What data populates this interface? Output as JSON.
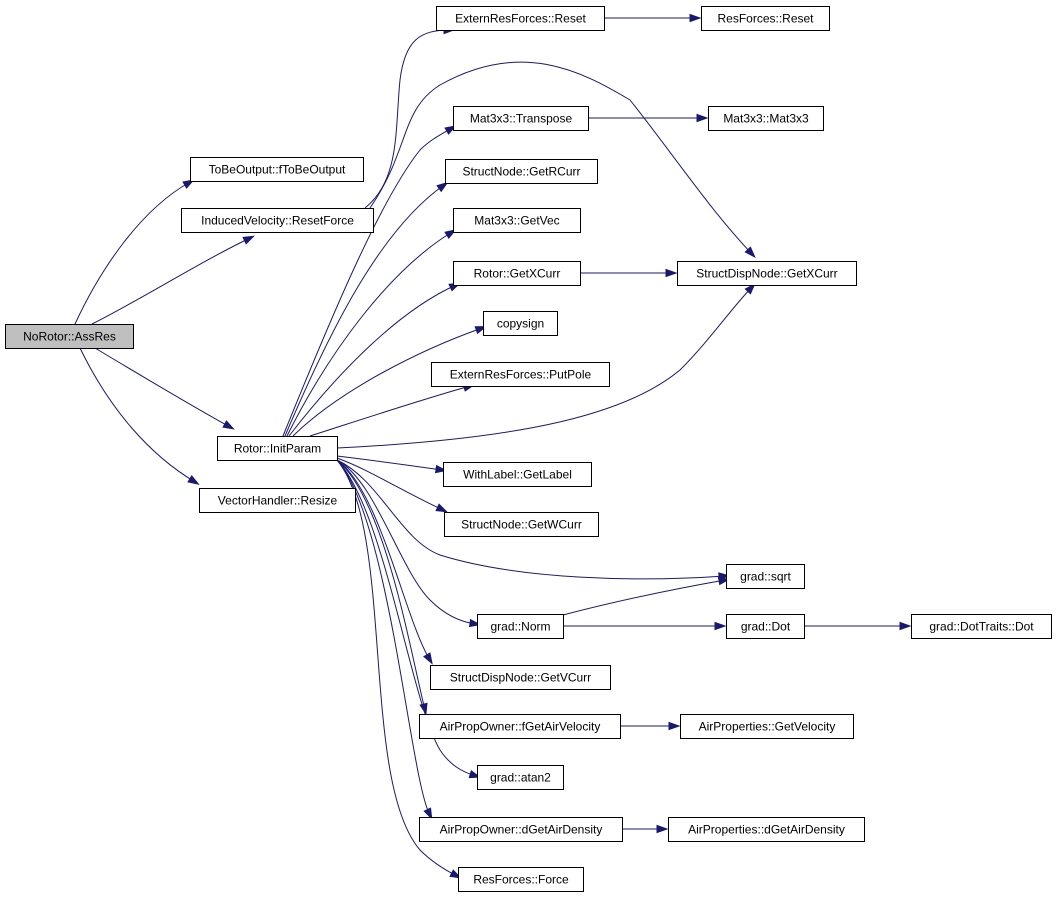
{
  "graph": {
    "root": "n_assres",
    "nodes": [
      {
        "id": "n_assres",
        "label": "NoRotor::AssRes",
        "root": true
      },
      {
        "id": "n_tobeout",
        "label": "ToBeOutput::fToBeOutput"
      },
      {
        "id": "n_indvel",
        "label": "InducedVelocity::ResetForce"
      },
      {
        "id": "n_initparam",
        "label": "Rotor::InitParam"
      },
      {
        "id": "n_resize",
        "label": "VectorHandler::Resize"
      },
      {
        "id": "n_extreset",
        "label": "ExternResForces::Reset"
      },
      {
        "id": "n_resreset",
        "label": "ResForces::Reset"
      },
      {
        "id": "n_transpose",
        "label": "Mat3x3::Transpose"
      },
      {
        "id": "n_mat3x3",
        "label": "Mat3x3::Mat3x3"
      },
      {
        "id": "n_getrcurr",
        "label": "StructNode::GetRCurr"
      },
      {
        "id": "n_getvec",
        "label": "Mat3x3::GetVec"
      },
      {
        "id": "n_rotorxcurr",
        "label": "Rotor::GetXCurr"
      },
      {
        "id": "n_sdnxcurr",
        "label": "StructDispNode::GetXCurr"
      },
      {
        "id": "n_copysign",
        "label": "copysign"
      },
      {
        "id": "n_putpole",
        "label": "ExternResForces::PutPole"
      },
      {
        "id": "n_getlabel",
        "label": "WithLabel::GetLabel"
      },
      {
        "id": "n_getwcurr",
        "label": "StructNode::GetWCurr"
      },
      {
        "id": "n_sqrt",
        "label": "grad::sqrt"
      },
      {
        "id": "n_norm",
        "label": "grad::Norm"
      },
      {
        "id": "n_dot",
        "label": "grad::Dot"
      },
      {
        "id": "n_dottraits",
        "label": "grad::DotTraits::Dot"
      },
      {
        "id": "n_getvcurr",
        "label": "StructDispNode::GetVCurr"
      },
      {
        "id": "n_fgetairvel",
        "label": "AirPropOwner::fGetAirVelocity"
      },
      {
        "id": "n_getvelocity",
        "label": "AirProperties::GetVelocity"
      },
      {
        "id": "n_atan2",
        "label": "grad::atan2"
      },
      {
        "id": "n_dgetairdens",
        "label": "AirPropOwner::dGetAirDensity"
      },
      {
        "id": "n_apdgetairdens",
        "label": "AirProperties::dGetAirDensity"
      },
      {
        "id": "n_force",
        "label": "ResForces::Force"
      }
    ],
    "edges": [
      [
        "n_assres",
        "n_tobeout"
      ],
      [
        "n_assres",
        "n_indvel"
      ],
      [
        "n_assres",
        "n_initparam"
      ],
      [
        "n_assres",
        "n_resize"
      ],
      [
        "n_indvel",
        "n_extreset"
      ],
      [
        "n_indvel",
        "n_sdnxcurr"
      ],
      [
        "n_extreset",
        "n_resreset"
      ],
      [
        "n_transpose",
        "n_mat3x3"
      ],
      [
        "n_rotorxcurr",
        "n_sdnxcurr"
      ],
      [
        "n_initparam",
        "n_transpose"
      ],
      [
        "n_initparam",
        "n_getrcurr"
      ],
      [
        "n_initparam",
        "n_getvec"
      ],
      [
        "n_initparam",
        "n_rotorxcurr"
      ],
      [
        "n_initparam",
        "n_copysign"
      ],
      [
        "n_initparam",
        "n_putpole"
      ],
      [
        "n_initparam",
        "n_sdnxcurr"
      ],
      [
        "n_initparam",
        "n_getlabel"
      ],
      [
        "n_initparam",
        "n_getwcurr"
      ],
      [
        "n_initparam",
        "n_sqrt"
      ],
      [
        "n_initparam",
        "n_norm"
      ],
      [
        "n_initparam",
        "n_getvcurr"
      ],
      [
        "n_initparam",
        "n_fgetairvel"
      ],
      [
        "n_initparam",
        "n_atan2"
      ],
      [
        "n_initparam",
        "n_dgetairdens"
      ],
      [
        "n_initparam",
        "n_force"
      ],
      [
        "n_norm",
        "n_sqrt"
      ],
      [
        "n_norm",
        "n_dot"
      ],
      [
        "n_dot",
        "n_dottraits"
      ],
      [
        "n_fgetairvel",
        "n_getvelocity"
      ],
      [
        "n_dgetairdens",
        "n_apdgetairdens"
      ]
    ]
  }
}
